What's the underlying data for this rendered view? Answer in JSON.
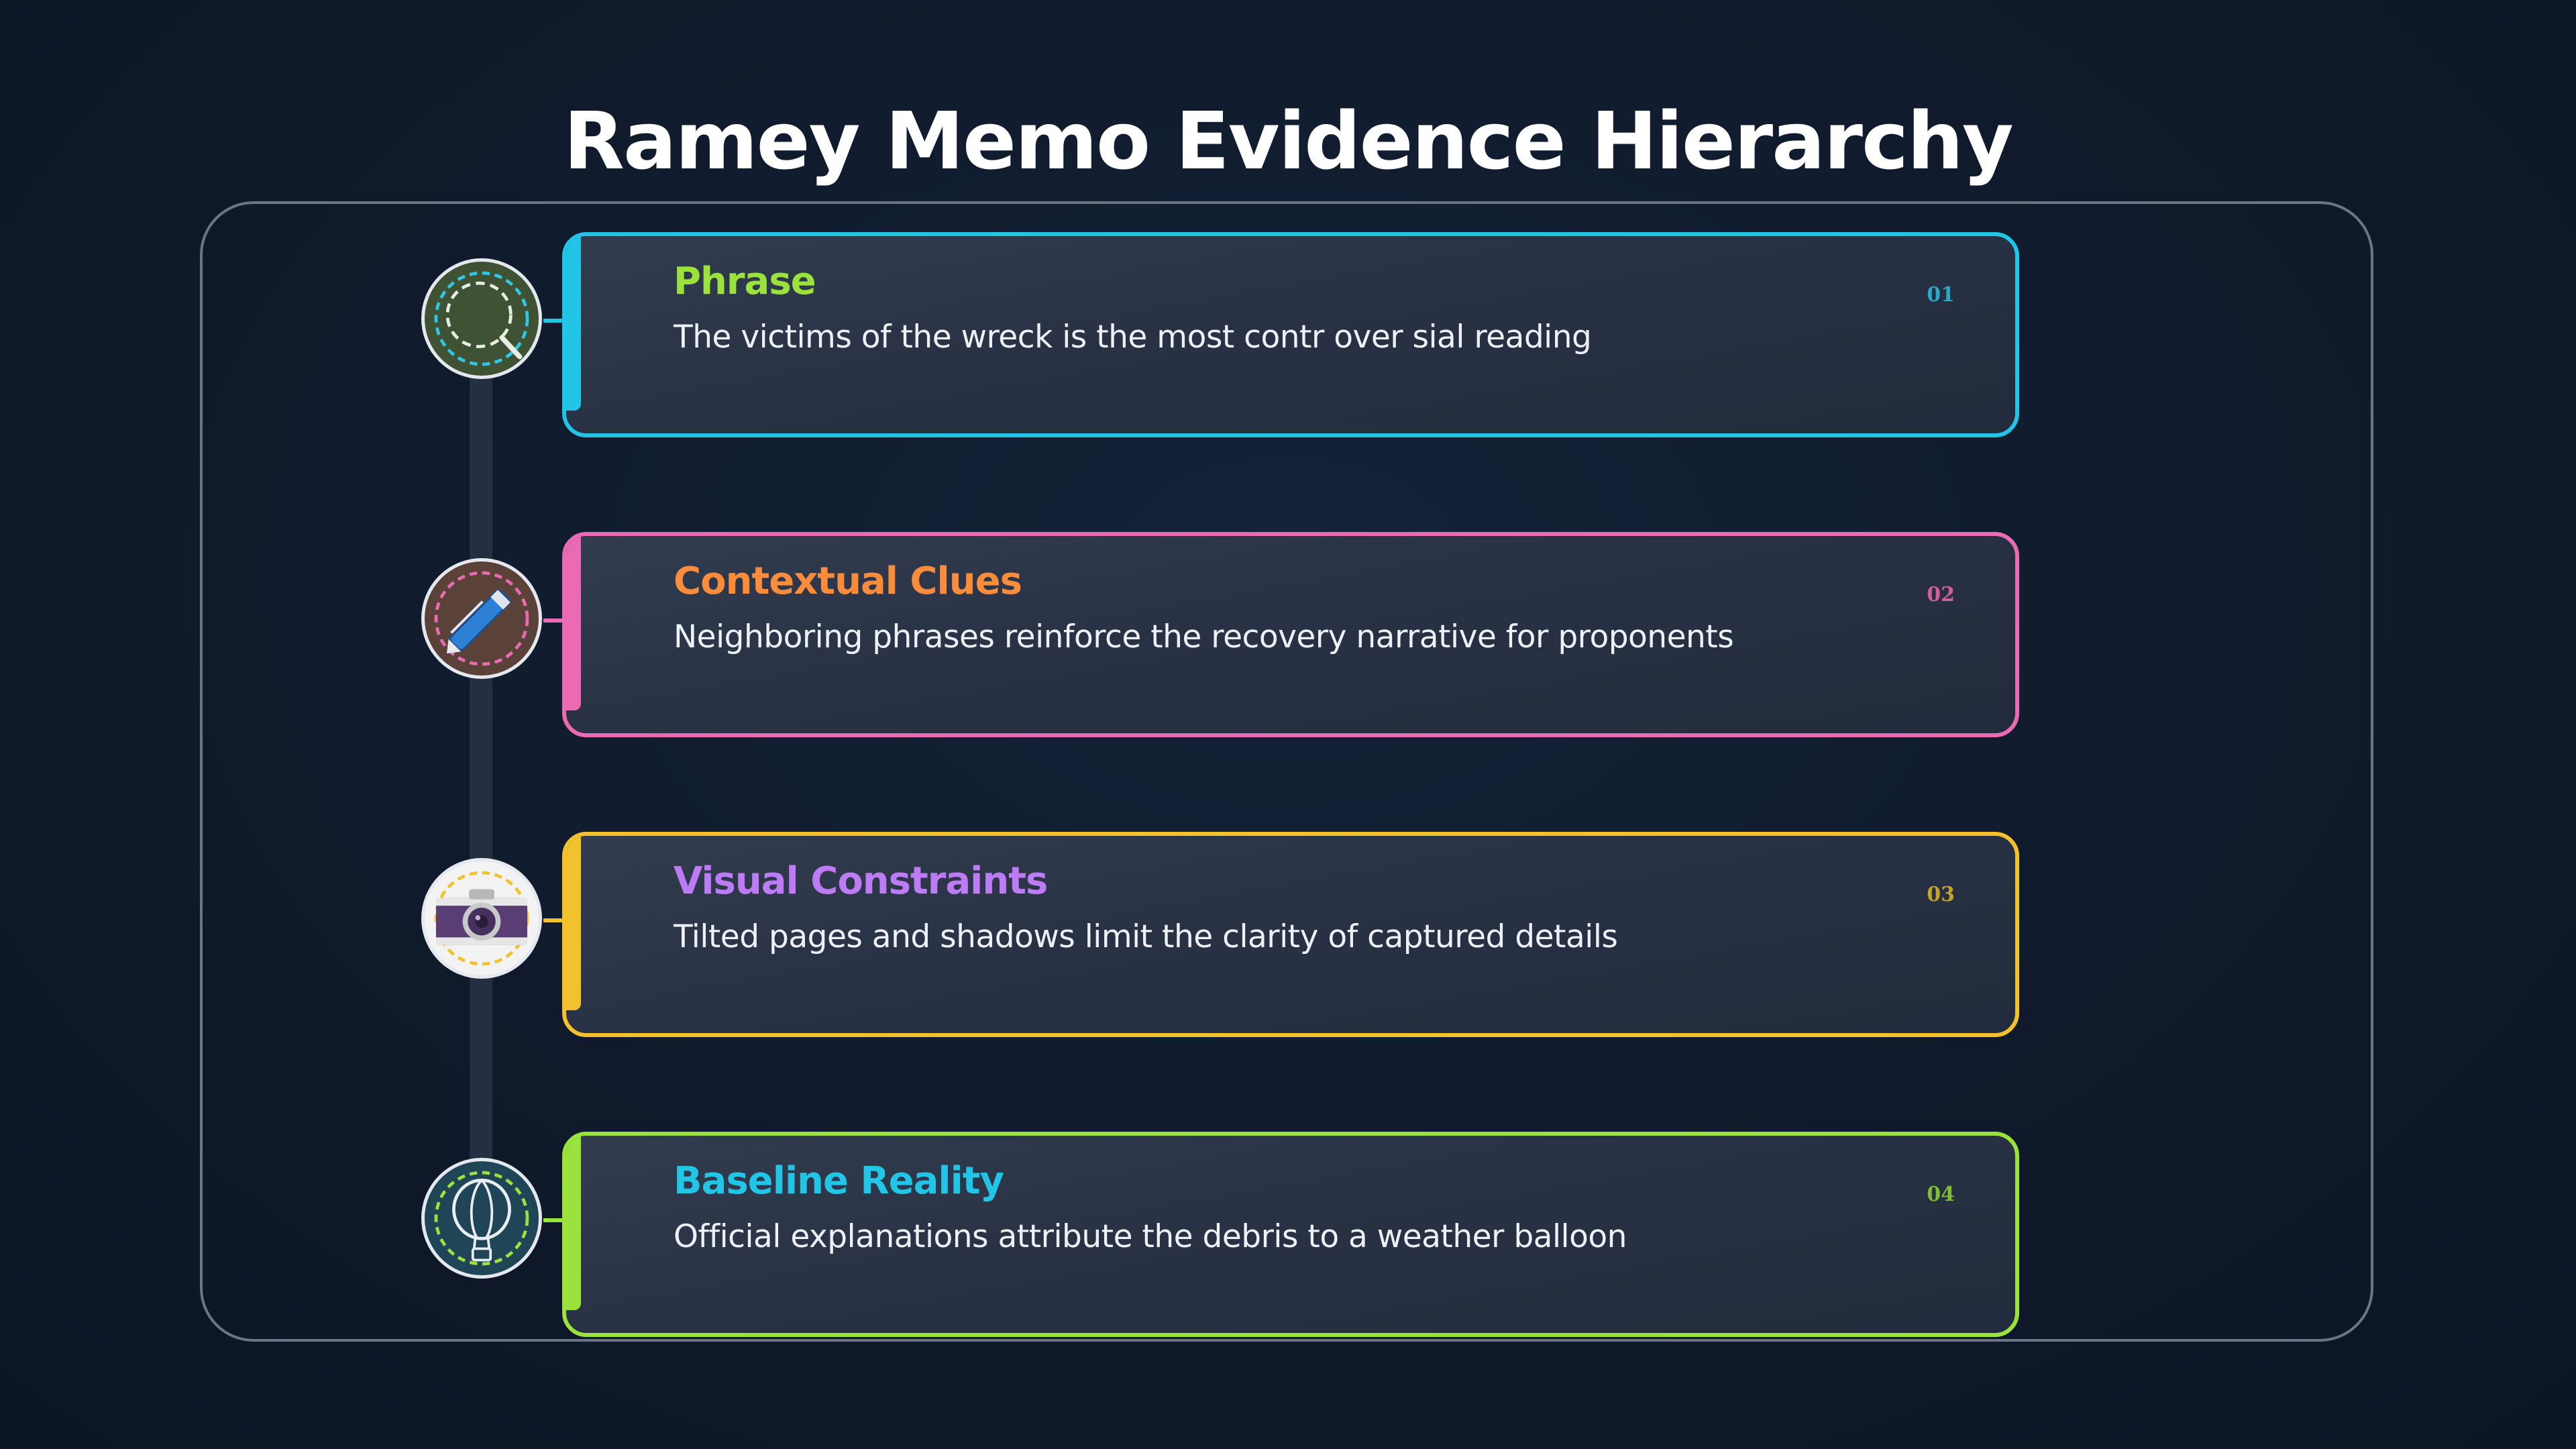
{
  "title": "Ramey Memo Evidence Hierarchy",
  "items": [
    {
      "heading": "Phrase",
      "description": "The victims of the wreck is the most contr over sial reading",
      "number": "01",
      "icon": "magnifier-icon",
      "border_color": "#22c5e6",
      "heading_color": "#9be23c"
    },
    {
      "heading": "Contextual Clues",
      "description": "Neighboring phrases reinforce the recovery narrative for proponents",
      "number": "02",
      "icon": "pen-icon",
      "border_color": "#ea6bb4",
      "heading_color": "#fb8c3c"
    },
    {
      "heading": "Visual Constraints",
      "description": "Tilted pages and shadows limit the clarity of captured details",
      "number": "03",
      "icon": "camera-icon",
      "border_color": "#f2c12e",
      "heading_color": "#bd7cf5"
    },
    {
      "heading": "Baseline Reality",
      "description": "Official explanations attribute the debris to a weather balloon",
      "number": "04",
      "icon": "hot-air-balloon-icon",
      "border_color": "#9be23c",
      "heading_color": "#22c5e6"
    }
  ]
}
